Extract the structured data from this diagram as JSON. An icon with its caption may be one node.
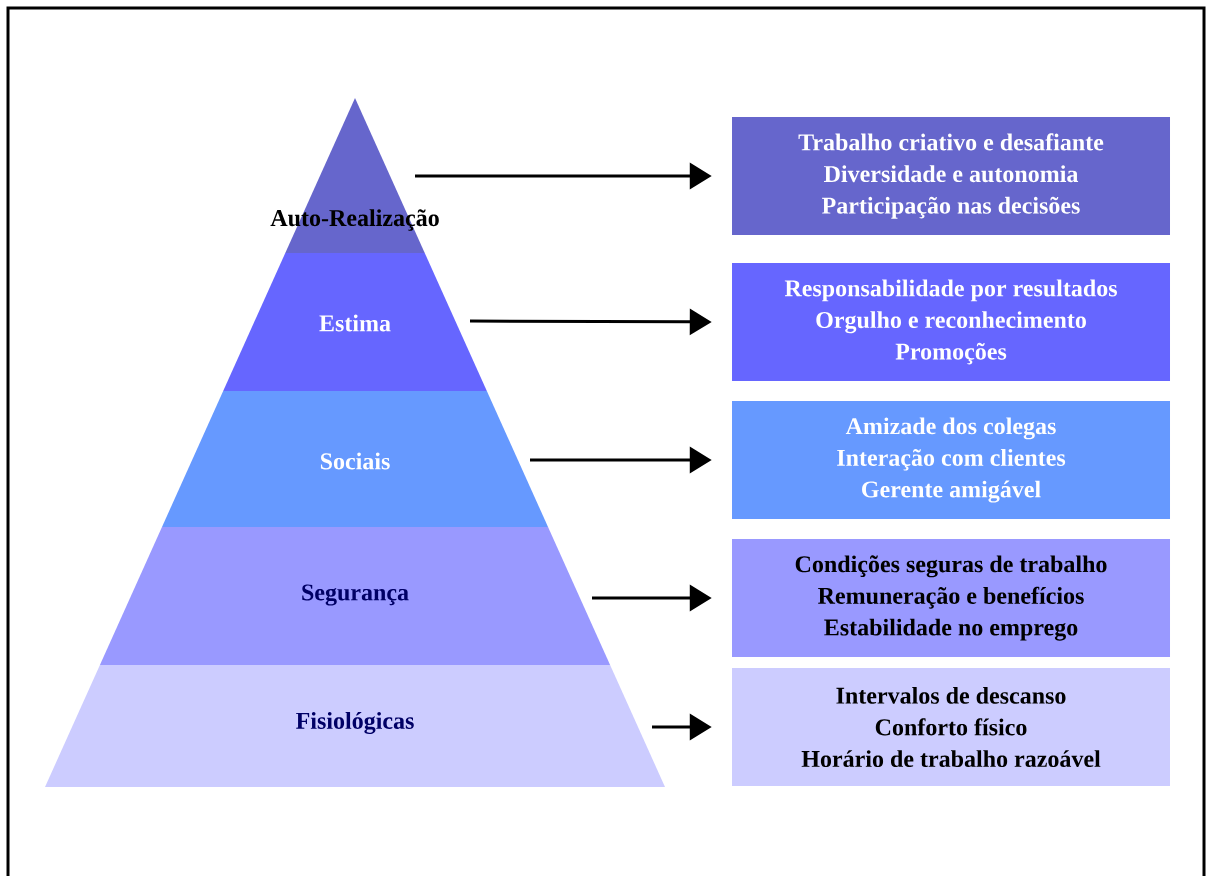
{
  "diagram": {
    "nodes": [
      {
        "text": [
          "Auto-Realização"
        ]
      },
      {
        "text": [
          "Estima"
        ]
      },
      {
        "text": [
          "Sociais"
        ]
      },
      {
        "text": [
          "Segurança"
        ]
      },
      {
        "text": [
          "Fisiológicas"
        ]
      },
      {
        "text": [
          "Trabalho criativo e desafiante",
          "Diversidade e autonomia",
          "Participação nas decisões"
        ]
      },
      {
        "text": [
          "Responsabilidade por resultados",
          "Orgulho e reconhecimento",
          "Promoções"
        ]
      },
      {
        "text": [
          "Amizade dos colegas",
          "Interação com clientes",
          "Gerente amigável"
        ]
      },
      {
        "text": [
          "Condições seguras de trabalho",
          "Remuneração e benefícios",
          "Estabilidade no emprego"
        ]
      },
      {
        "text": [
          "Intervalos de descanso",
          "Conforto físico",
          "Horário de trabalho razoável"
        ]
      }
    ],
    "edges": [
      {
        "from": 0,
        "to": 5,
        "arrow": "to"
      },
      {
        "from": 1,
        "to": 6,
        "arrow": "to"
      },
      {
        "from": 2,
        "to": 7,
        "arrow": "to"
      },
      {
        "from": 3,
        "to": 8,
        "arrow": "to"
      },
      {
        "from": 4,
        "to": 9,
        "arrow": "to"
      }
    ]
  }
}
